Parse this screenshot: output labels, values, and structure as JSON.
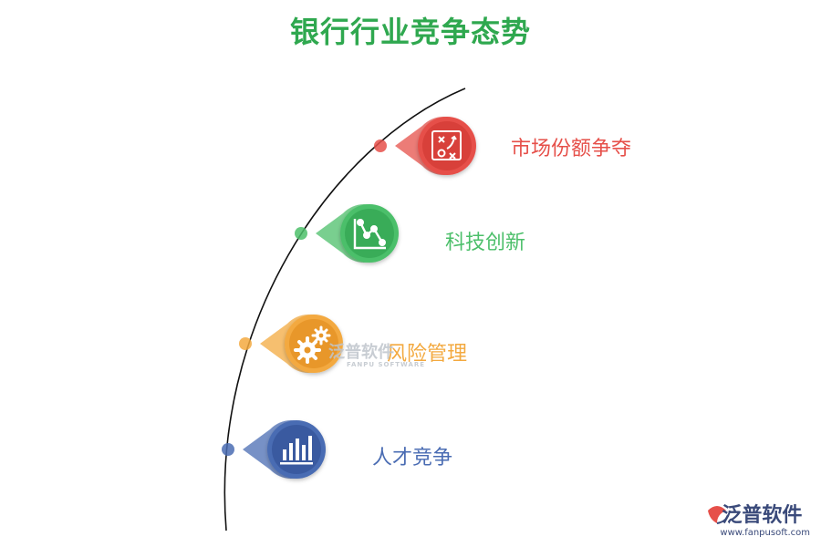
{
  "title": {
    "text": "银行行业竞争态势",
    "color": "#2fa84f"
  },
  "items": [
    {
      "label": "市场份额争夺",
      "color": "#e6504a",
      "icon": "strategy-board-icon"
    },
    {
      "label": "科技创新",
      "color": "#4cbf6a",
      "icon": "line-chart-icon"
    },
    {
      "label": "风险管理",
      "color": "#f3a93f",
      "icon": "gears-icon"
    },
    {
      "label": "人才竞争",
      "color": "#4a6cb3",
      "icon": "bar-chart-icon"
    }
  ],
  "watermark": {
    "cn": "泛普软件",
    "en": "FANPU SOFTWARE"
  },
  "logo": {
    "cn": "泛普软件",
    "url": "www.fanpusoft.com",
    "color": "#3a4a7a"
  }
}
